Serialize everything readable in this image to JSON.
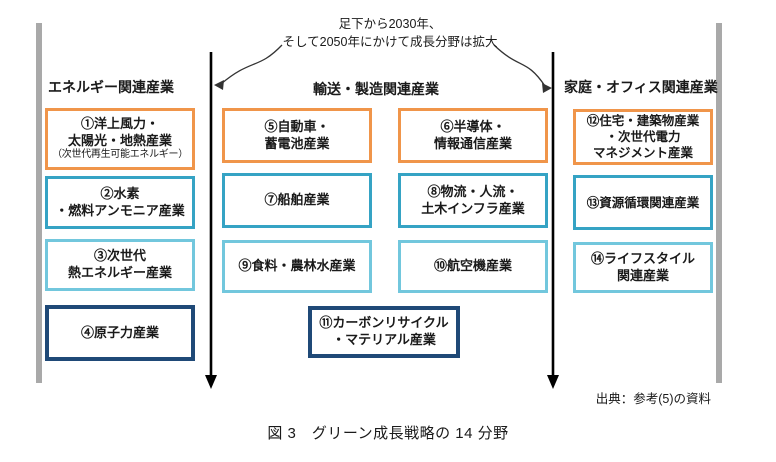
{
  "annotation": {
    "line1": "足下から2030年、",
    "line2": "そして2050年にかけて成長分野は拡大"
  },
  "headers": {
    "energy": "エネルギー関連産業",
    "transport": "輸送・製造関連産業",
    "home": "家庭・オフィス関連産業"
  },
  "boxes": {
    "b1": {
      "lines": [
        "①洋上風力・",
        "太陽光・地熱産業"
      ],
      "note": "（次世代再生可能エネルギー）",
      "color": "orange"
    },
    "b2": {
      "lines": [
        "②水素",
        "・燃料アンモニア産業"
      ],
      "color": "teal"
    },
    "b3": {
      "lines": [
        "③次世代",
        "熱エネルギー産業"
      ],
      "color": "lightteal"
    },
    "b4": {
      "lines": [
        "④原子力産業"
      ],
      "color": "navy"
    },
    "b5": {
      "lines": [
        "⑤自動車・",
        "蓄電池産業"
      ],
      "color": "orange"
    },
    "b6": {
      "lines": [
        "⑥半導体・",
        "情報通信産業"
      ],
      "color": "orange"
    },
    "b7": {
      "lines": [
        "⑦船舶産業"
      ],
      "color": "teal"
    },
    "b8": {
      "lines": [
        "⑧物流・人流・",
        "土木インフラ産業"
      ],
      "color": "teal"
    },
    "b9": {
      "lines": [
        "⑨食料・農林水産業"
      ],
      "color": "lightteal"
    },
    "b10": {
      "lines": [
        "⑩航空機産業"
      ],
      "color": "lightteal"
    },
    "b11": {
      "lines": [
        "⑪カーボンリサイクル",
        "・マテリアル産業"
      ],
      "color": "navy"
    },
    "b12": {
      "lines": [
        "⑫住宅・建築物産業",
        "・次世代電力",
        "マネジメント産業"
      ],
      "color": "orange"
    },
    "b13": {
      "lines": [
        "⑬資源循環関連産業"
      ],
      "color": "teal"
    },
    "b14": {
      "lines": [
        "⑭ライフスタイル",
        "関連産業"
      ],
      "color": "lightteal"
    }
  },
  "source": "出典：参考(5)の資料",
  "caption": "図 3　グリーン成長戦略の 14 分野",
  "colors": {
    "orange": "#f0954a",
    "teal": "#35a3c4",
    "light_teal": "#72c7dd",
    "navy": "#1f4977",
    "gray_bar": "#a9a9a9",
    "arrow": "#000000"
  }
}
